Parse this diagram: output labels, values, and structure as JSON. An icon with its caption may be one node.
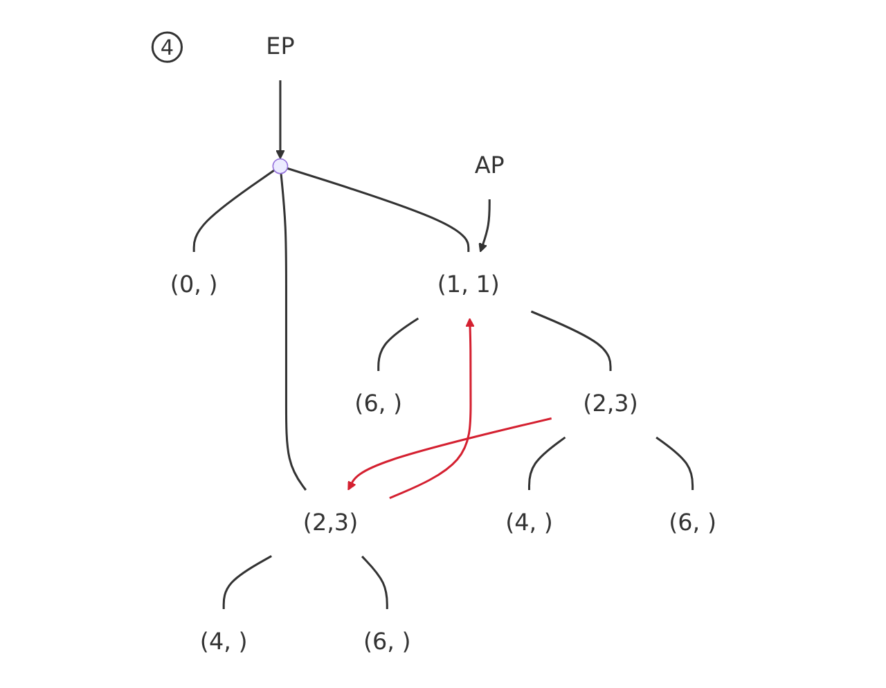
{
  "diagram": {
    "nodes": [
      {
        "text": [
          "4"
        ]
      },
      {
        "text": [],
        "shape": "point"
      },
      {
        "text": [
          "(0, )"
        ]
      },
      {
        "text": [
          "(1, 1)"
        ]
      },
      {
        "text": [
          "(2,3)"
        ]
      },
      {
        "text": [
          "(2,3)"
        ]
      },
      {
        "text": [
          "(6, )"
        ]
      },
      {
        "text": [
          "(4, )"
        ]
      },
      {
        "text": [
          "(6, )"
        ]
      },
      {
        "text": [
          "(4, )"
        ]
      },
      {
        "text": [
          "(6, )"
        ]
      },
      {
        "text": [
          "EP"
        ]
      },
      {
        "text": [
          "AP"
        ]
      }
    ],
    "edges": [
      {
        "from": 11,
        "to": 1,
        "arrow": "to"
      },
      {
        "from": 1,
        "to": 2,
        "arrow": "none"
      },
      {
        "from": 1,
        "to": 3,
        "arrow": "none"
      },
      {
        "from": 1,
        "to": 4,
        "arrow": "none"
      },
      {
        "from": 12,
        "to": 3,
        "arrow": "to"
      },
      {
        "from": 4,
        "to": 3,
        "arrow": "to",
        "color": "#d42030"
      },
      {
        "from": 3,
        "to": 5,
        "arrow": "none"
      },
      {
        "from": 3,
        "to": 6,
        "arrow": "none"
      },
      {
        "from": 4,
        "to": 7,
        "arrow": "none"
      },
      {
        "from": 4,
        "to": 8,
        "arrow": "none"
      },
      {
        "from": 5,
        "to": 9,
        "arrow": "none"
      },
      {
        "from": 5,
        "to": 10,
        "arrow": "none"
      },
      {
        "from": 5,
        "to": 4,
        "arrow": "to",
        "color": "#d42030"
      }
    ]
  }
}
